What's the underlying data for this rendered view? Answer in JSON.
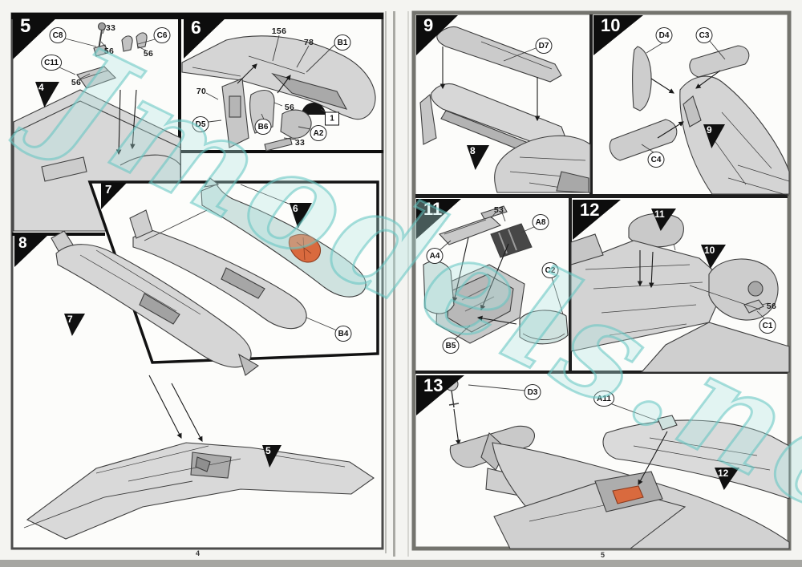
{
  "watermark": {
    "text": "Jmodels.net"
  },
  "colors": {
    "watermark_cyan": "#7fcfcc",
    "cockpit_orange": "#d96a3e",
    "paper": "#fcfcfa"
  },
  "left_page": {
    "page_number": "4",
    "step_5": {
      "number": "5",
      "ref_flag": "4",
      "callouts": {
        "c8": "C8",
        "c6": "C6",
        "c11": "C11"
      },
      "part_numbers": {
        "n33": "33",
        "n56_a": "56",
        "n56_b": "56",
        "n56_c": "56"
      }
    },
    "step_6": {
      "number": "6",
      "callouts": {
        "b1": "B1",
        "d5": "D5",
        "b6": "B6",
        "a2": "A2"
      },
      "part_numbers": {
        "n156": "156",
        "n78": "78",
        "n70": "70",
        "n56": "56",
        "n33": "33"
      },
      "paint_box": "1"
    },
    "step_7": {
      "number": "7",
      "ref_flag": "6",
      "callouts": {
        "b4": "B4"
      }
    },
    "step_8": {
      "number": "8",
      "ref_flags": {
        "f7": "7",
        "f5": "5"
      }
    }
  },
  "right_page": {
    "page_number": "5",
    "step_9": {
      "number": "9",
      "ref_flag": "8",
      "callouts": {
        "d7": "D7"
      }
    },
    "step_10": {
      "number": "10",
      "ref_flag": "9",
      "callouts": {
        "d4": "D4",
        "c3": "C3",
        "c4": "C4"
      }
    },
    "step_11": {
      "number": "11",
      "callouts": {
        "a8": "A8",
        "a4": "A4",
        "c2": "C2",
        "b5": "B5"
      },
      "part_numbers": {
        "n53": "53"
      }
    },
    "step_12": {
      "number": "12",
      "ref_flags": {
        "f11": "11",
        "f10": "10"
      },
      "callouts": {
        "c1": "C1"
      },
      "part_numbers": {
        "n56": "56"
      }
    },
    "step_13": {
      "number": "13",
      "ref_flag": "12",
      "callouts": {
        "d3": "D3",
        "a11": "A11"
      }
    }
  }
}
